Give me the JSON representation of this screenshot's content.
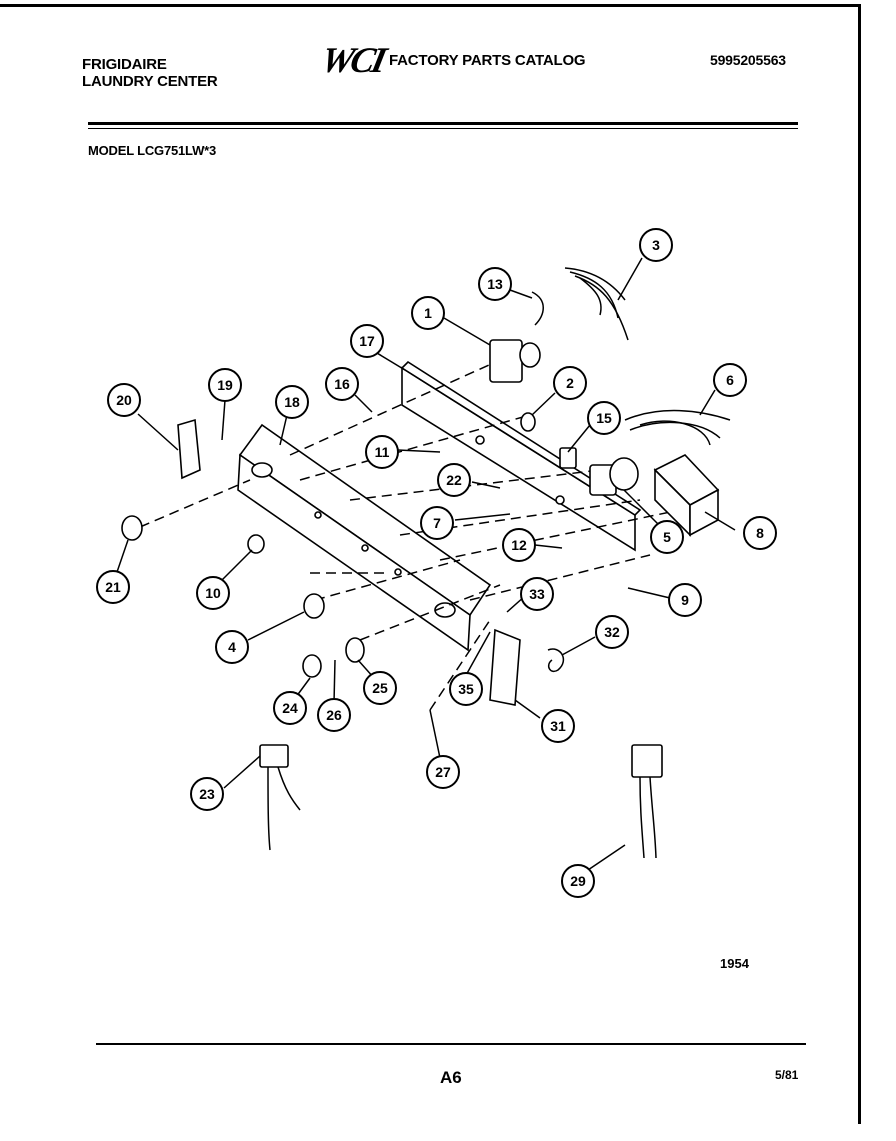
{
  "header": {
    "brand_line1": "FRIGIDAIRE",
    "brand_line2": "LAUNDRY CENTER",
    "logo": "WCI",
    "catalog_title": "FACTORY PARTS CATALOG",
    "doc_number": "5995205563",
    "model": "MODEL LCG751LW*3"
  },
  "diagram": {
    "callouts": [
      "1",
      "2",
      "3",
      "4",
      "5",
      "6",
      "7",
      "8",
      "9",
      "10",
      "11",
      "12",
      "13",
      "15",
      "16",
      "17",
      "18",
      "19",
      "20",
      "21",
      "22",
      "23",
      "24",
      "25",
      "26",
      "27",
      "29",
      "31",
      "32",
      "33",
      "35"
    ]
  },
  "footer": {
    "figure_number": "1954",
    "page": "A6",
    "date": "5/81"
  }
}
